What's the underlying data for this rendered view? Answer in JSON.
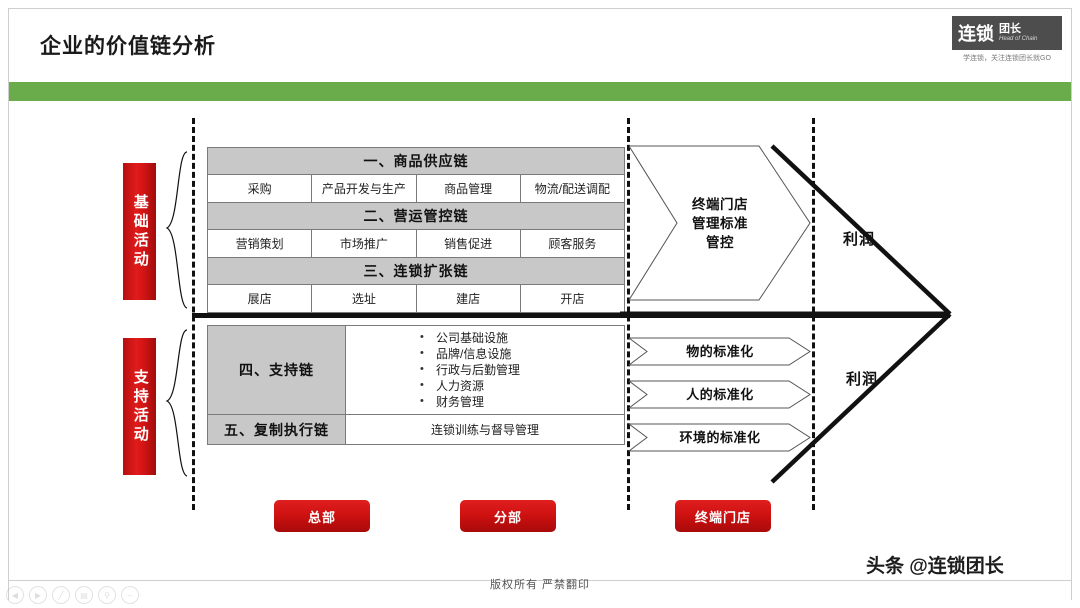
{
  "header": {
    "title": "企业的价值链分析",
    "accent_green": "#6aab4c"
  },
  "logo": {
    "main": "连锁",
    "sub_cn": "团长",
    "sub_en": "Head of Chain",
    "tagline": "学连锁，关注连锁团长就GO"
  },
  "side_labels": {
    "basic": "基础活动",
    "support": "支持活动"
  },
  "value_chains": [
    {
      "title": "一、商品供应链",
      "items": [
        "采购",
        "产品开发与生产",
        "商品管理",
        "物流/配送调配"
      ]
    },
    {
      "title": "二、营运管控链",
      "items": [
        "营销策划",
        "市场推广",
        "销售促进",
        "顾客服务"
      ]
    },
    {
      "title": "三、连锁扩张链",
      "items": [
        "展店",
        "选址",
        "建店",
        "开店"
      ]
    }
  ],
  "support_chain": {
    "title": "四、支持链",
    "bullets": [
      "公司基础设施",
      "品牌/信息设施",
      "行政与后勤管理",
      "人力资源",
      "财务管理"
    ]
  },
  "replication_chain": {
    "title": "五、复制执行链",
    "content": "连锁训练与督导管理"
  },
  "chevrons": {
    "big": "终端门店\n管理标准\n管控",
    "big_lines": [
      "终端门店",
      "管理标准",
      "管控"
    ],
    "small": [
      "物的标准化",
      "人的标准化",
      "环境的标准化"
    ]
  },
  "profit": {
    "top": "利润",
    "bottom": "利润"
  },
  "buttons": {
    "hq": "总部",
    "branch": "分部",
    "store": "终端门店"
  },
  "footer": {
    "copyright": "版权所有  严禁翻印"
  },
  "watermark": {
    "text": "头条 @连锁团长",
    "bar_color": "#7ab648"
  },
  "toolbar_icons": [
    "back-icon",
    "play-icon",
    "pen-icon",
    "print-icon",
    "search-icon",
    "minus-icon"
  ]
}
